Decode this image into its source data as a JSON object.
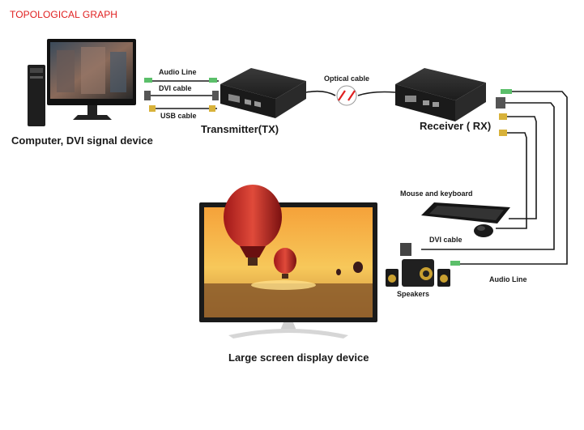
{
  "header": {
    "title": "TOPOLOGICAL GRAPH"
  },
  "labels": {
    "audio_line_top": "Audio Line",
    "dvi_cable_top": "DVI cable",
    "usb_cable": "USB cable",
    "computer": "Computer, DVI signal device",
    "transmitter": "Transmitter(TX)",
    "optical_cable": "Optical cable",
    "receiver": "Receiver ( RX)",
    "mouse_keyboard": "Mouse and keyboard",
    "dvi_cable_bottom": "DVI cable",
    "audio_line_bottom": "Audio Line",
    "speakers": "Speakers",
    "large_screen": "Large screen display device"
  },
  "colors": {
    "title": "#e02020",
    "cable": "#1a1a1a",
    "optical_break": "#e02020",
    "audio_plug": "#5bbf6a",
    "usb_plug": "#d8b23a",
    "device_body": "#2b2b2b"
  },
  "icons": {
    "computer": "desktop-computer-icon",
    "transmitter": "extender-box-icon",
    "receiver": "extender-box-icon",
    "keyboard": "keyboard-icon",
    "mouse": "mouse-icon",
    "speakers": "speakers-icon",
    "display": "large-display-icon"
  }
}
